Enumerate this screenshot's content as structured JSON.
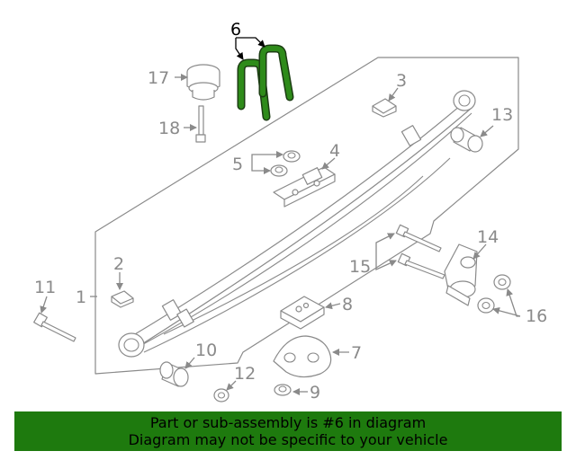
{
  "callouts": {
    "c1": "1",
    "c2": "2",
    "c3": "3",
    "c4": "4",
    "c5": "5",
    "c6": "6",
    "c7": "7",
    "c8": "8",
    "c9": "9",
    "c10": "10",
    "c11": "11",
    "c12": "12",
    "c13": "13",
    "c14": "14",
    "c15": "15",
    "c16": "16",
    "c17": "17",
    "c18": "18"
  },
  "colors": {
    "highlight": "#2e8b1a",
    "banner": "#1e7a0e",
    "lines": "#8a8a8a"
  },
  "banner": {
    "line1": "Part or sub-assembly is #6 in diagram",
    "line2": "Diagram may not be specific to your vehicle"
  }
}
